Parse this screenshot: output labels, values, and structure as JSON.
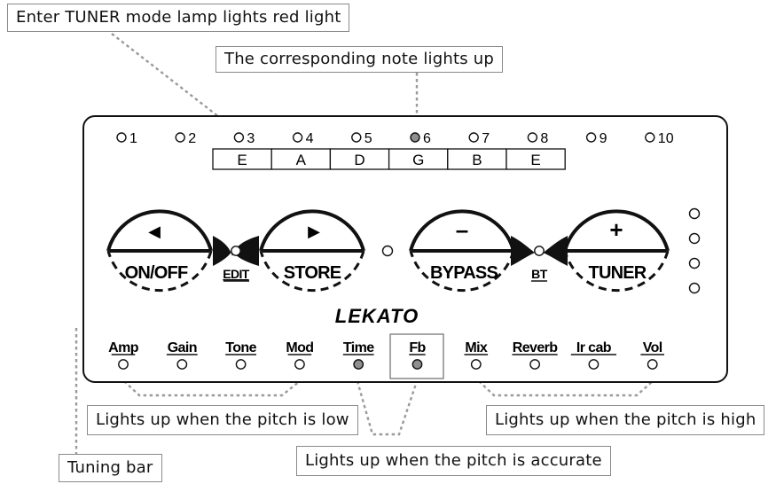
{
  "callouts": {
    "tuner_lamp": "Enter TUNER mode lamp lights red light",
    "note": "The corresponding note lights up",
    "pitch_low": "Lights up when the pitch is low",
    "pitch_high": "Lights up when the pitch is high",
    "pitch_accurate": "Lights up when the pitch is accurate",
    "tuning_bar": "Tuning  bar"
  },
  "channels": [
    "1",
    "2",
    "3",
    "4",
    "5",
    "6",
    "7",
    "8",
    "9",
    "10"
  ],
  "strings": [
    "E",
    "A",
    "D",
    "G",
    "B",
    "E"
  ],
  "lit_channel": "6",
  "buttons": {
    "left_arrow": "◀",
    "right_arrow": "▶",
    "minus": "–",
    "plus": "+",
    "on_off": "ON/OFF",
    "store": "STORE",
    "bypass": "BYPASS",
    "tuner": "TUNER",
    "edit": "EDIT",
    "bt": "BT"
  },
  "brand": "LEKATO",
  "params": [
    "Amp",
    "Gain",
    "Tone",
    "Mod",
    "Time",
    "Fb",
    "Mix",
    "Reverb",
    "Ir cab",
    "Vol"
  ],
  "lit_params": [
    "Time",
    "Fb"
  ],
  "colors": {
    "lit_led": "#8f8f8f",
    "line": "#111111",
    "leader": "#9a9a9a"
  }
}
